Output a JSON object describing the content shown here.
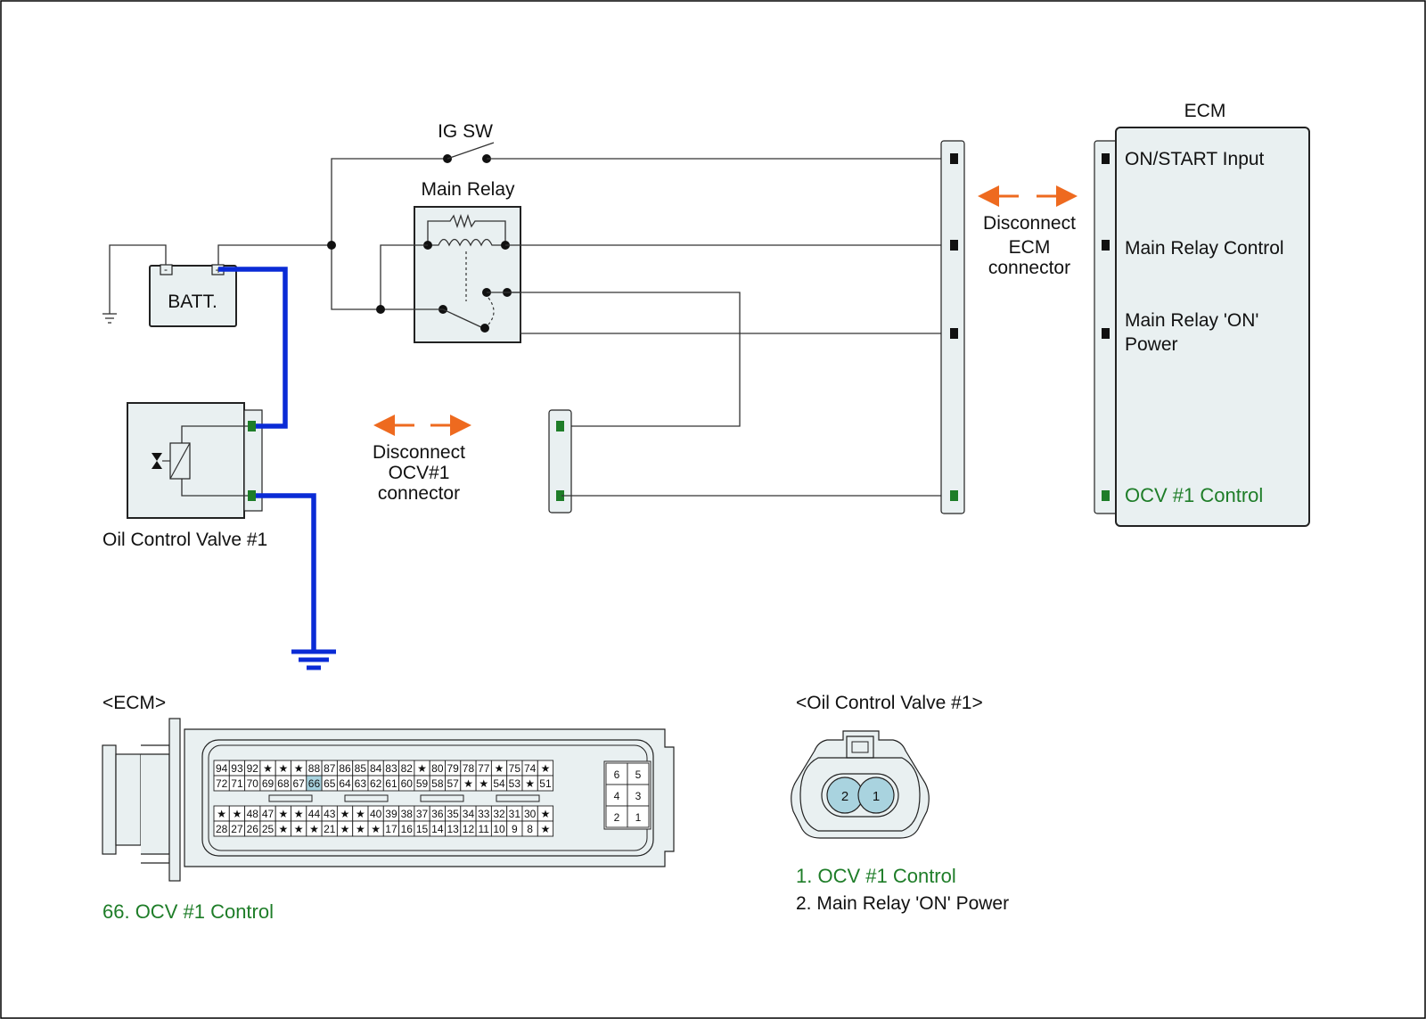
{
  "labels": {
    "ig_sw": "IG SW",
    "main_relay": "Main Relay",
    "batt": "BATT.",
    "batt_minus": "-",
    "batt_plus": "+",
    "ecm_title": "ECM",
    "ecm_on_start": "ON/START Input",
    "ecm_main_relay_control": "Main Relay Control",
    "ecm_main_relay_on_power_1": "Main Relay 'ON'",
    "ecm_main_relay_on_power_2": "Power",
    "ecm_ocv_control": "OCV #1 Control",
    "disconnect_ecm_1": "Disconnect",
    "disconnect_ecm_2": "ECM",
    "disconnect_ecm_3": "connector",
    "disconnect_ocv_1": "Disconnect",
    "disconnect_ocv_2": "OCV#1",
    "disconnect_ocv_3": "connector",
    "ocv_name": "Oil Control Valve #1",
    "ecm_connector_title": "<ECM>",
    "ocv_connector_title": "<Oil Control Valve #1>",
    "ocv_pin_2": "2",
    "ocv_pin_1": "1",
    "ecm_pin_note": "66. OCV #1 Control",
    "ocv_pin_note_1": "1. OCV #1 Control",
    "ocv_pin_note_2": "2. Main Relay 'ON' Power"
  },
  "ecm_connector": {
    "row1": [
      "94",
      "93",
      "92",
      "★",
      "★",
      "★",
      "88",
      "87",
      "86",
      "85",
      "84",
      "83",
      "82",
      "★",
      "80",
      "79",
      "78",
      "77",
      "★",
      "75",
      "74",
      "★"
    ],
    "row2": [
      "72",
      "71",
      "70",
      "69",
      "68",
      "67",
      "66",
      "65",
      "64",
      "63",
      "62",
      "61",
      "60",
      "59",
      "58",
      "57",
      "★",
      "★",
      "54",
      "53",
      "★",
      "51"
    ],
    "row3": [
      "★",
      "★",
      "48",
      "47",
      "★",
      "★",
      "44",
      "43",
      "★",
      "★",
      "40",
      "39",
      "38",
      "37",
      "36",
      "35",
      "34",
      "33",
      "32",
      "31",
      "30",
      "★"
    ],
    "row4": [
      "28",
      "27",
      "26",
      "25",
      "★",
      "★",
      "★",
      "21",
      "★",
      "★",
      "★",
      "17",
      "16",
      "15",
      "14",
      "13",
      "12",
      "11",
      "10",
      "9",
      "8",
      "★"
    ],
    "side_rows": [
      [
        "6",
        "5"
      ],
      [
        "4",
        "3"
      ],
      [
        "2",
        "1"
      ]
    ],
    "highlight_pin": "66"
  },
  "colors": {
    "ground_wire": "#0a2bd6",
    "terminal_green": "#1e7d28",
    "arrow_orange": "#ee6a1f",
    "box_fill": "#e9f0f1",
    "pin_highlight": "#a9d3df"
  }
}
